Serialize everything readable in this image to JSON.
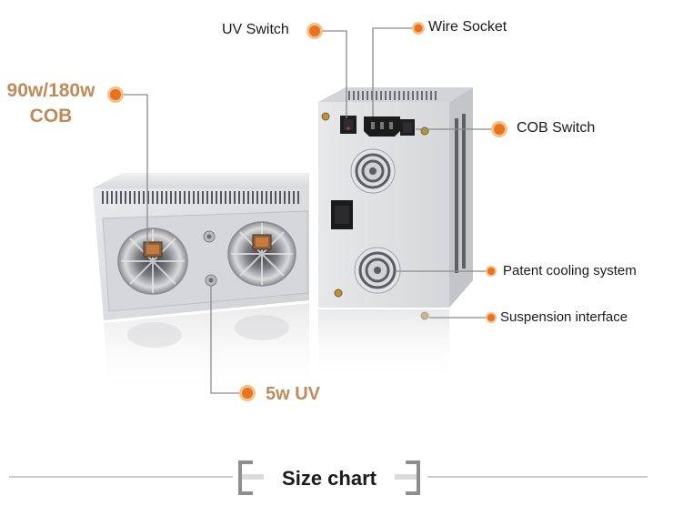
{
  "callouts": {
    "uv_switch": "UV Switch",
    "wire_socket": "Wire Socket",
    "cob_switch": "COB Switch",
    "cob_power_line1": "90w/180w",
    "cob_power_line2": "COB",
    "patent_cooling": "Patent cooling system",
    "suspension": "Suspension interface",
    "uv_power": "5w UV"
  },
  "size_chart": {
    "title": "Size chart"
  },
  "colors": {
    "dot": "#e8731e",
    "dot_halo": "#f6c08a",
    "leader_line": "#8a8a8a",
    "accent_text": "#c08a5a",
    "housing": "#dedfe1"
  }
}
